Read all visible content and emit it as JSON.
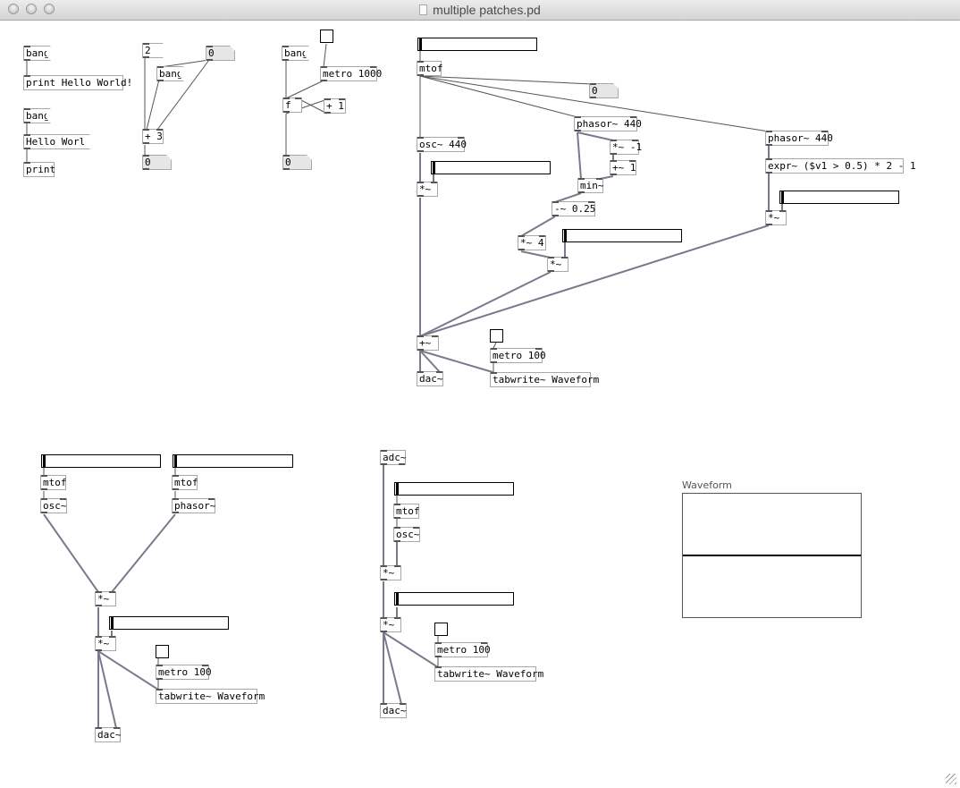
{
  "window": {
    "title": "multiple patches.pd"
  },
  "objects": {
    "msg_bang_1": "bang",
    "print_hello": "print Hello World!",
    "msg_bang_2": "bang",
    "msg_hello_world": "Hello World",
    "print_1": "print",
    "msg_2": "2",
    "msg_bang_3": "bang",
    "atom_0_a": "0",
    "plus_3": "+ 3",
    "atom_0_b": "0",
    "msg_bang_4": "bang",
    "metro_1000": "metro 1000",
    "f_obj": "f",
    "plus_1": "+ 1",
    "atom_0_c": "0",
    "mtof_main": "mtof",
    "atom_0_d": "0",
    "osc_440": "osc~ 440",
    "phasor_440_a": "phasor~ 440",
    "mul_neg1": "*~ -1",
    "add_1": "+~ 1",
    "min_obj": "min~",
    "sub_025": "-~ 0.25",
    "mul_4": "*~ 4",
    "mul_b": "*~",
    "mul_a": "*~",
    "phasor_440_b": "phasor~ 440",
    "expr_obj": "expr~ ($v1 > 0.5) * 2 - 1",
    "mul_c": "*~",
    "add_sum": "+~",
    "metro_100_a": "metro 100",
    "dac_a": "dac~",
    "tabwrite_a": "tabwrite~ Waveform",
    "mtof_l1": "mtof",
    "osc_l1": "osc~",
    "mtof_l2": "mtof",
    "phasor_l2": "phasor~",
    "mul_l1": "*~",
    "mul_l2": "*~",
    "metro_100_b": "metro 100",
    "tabwrite_b": "tabwrite~ Waveform",
    "dac_b": "dac~",
    "adc": "adc~",
    "mtof_m": "mtof",
    "osc_m": "osc~",
    "mul_m1": "*~",
    "mul_m2": "*~",
    "metro_100_c": "metro 100",
    "tabwrite_c": "tabwrite~ Waveform",
    "dac_c": "dac~"
  },
  "array": {
    "name": "Waveform"
  }
}
